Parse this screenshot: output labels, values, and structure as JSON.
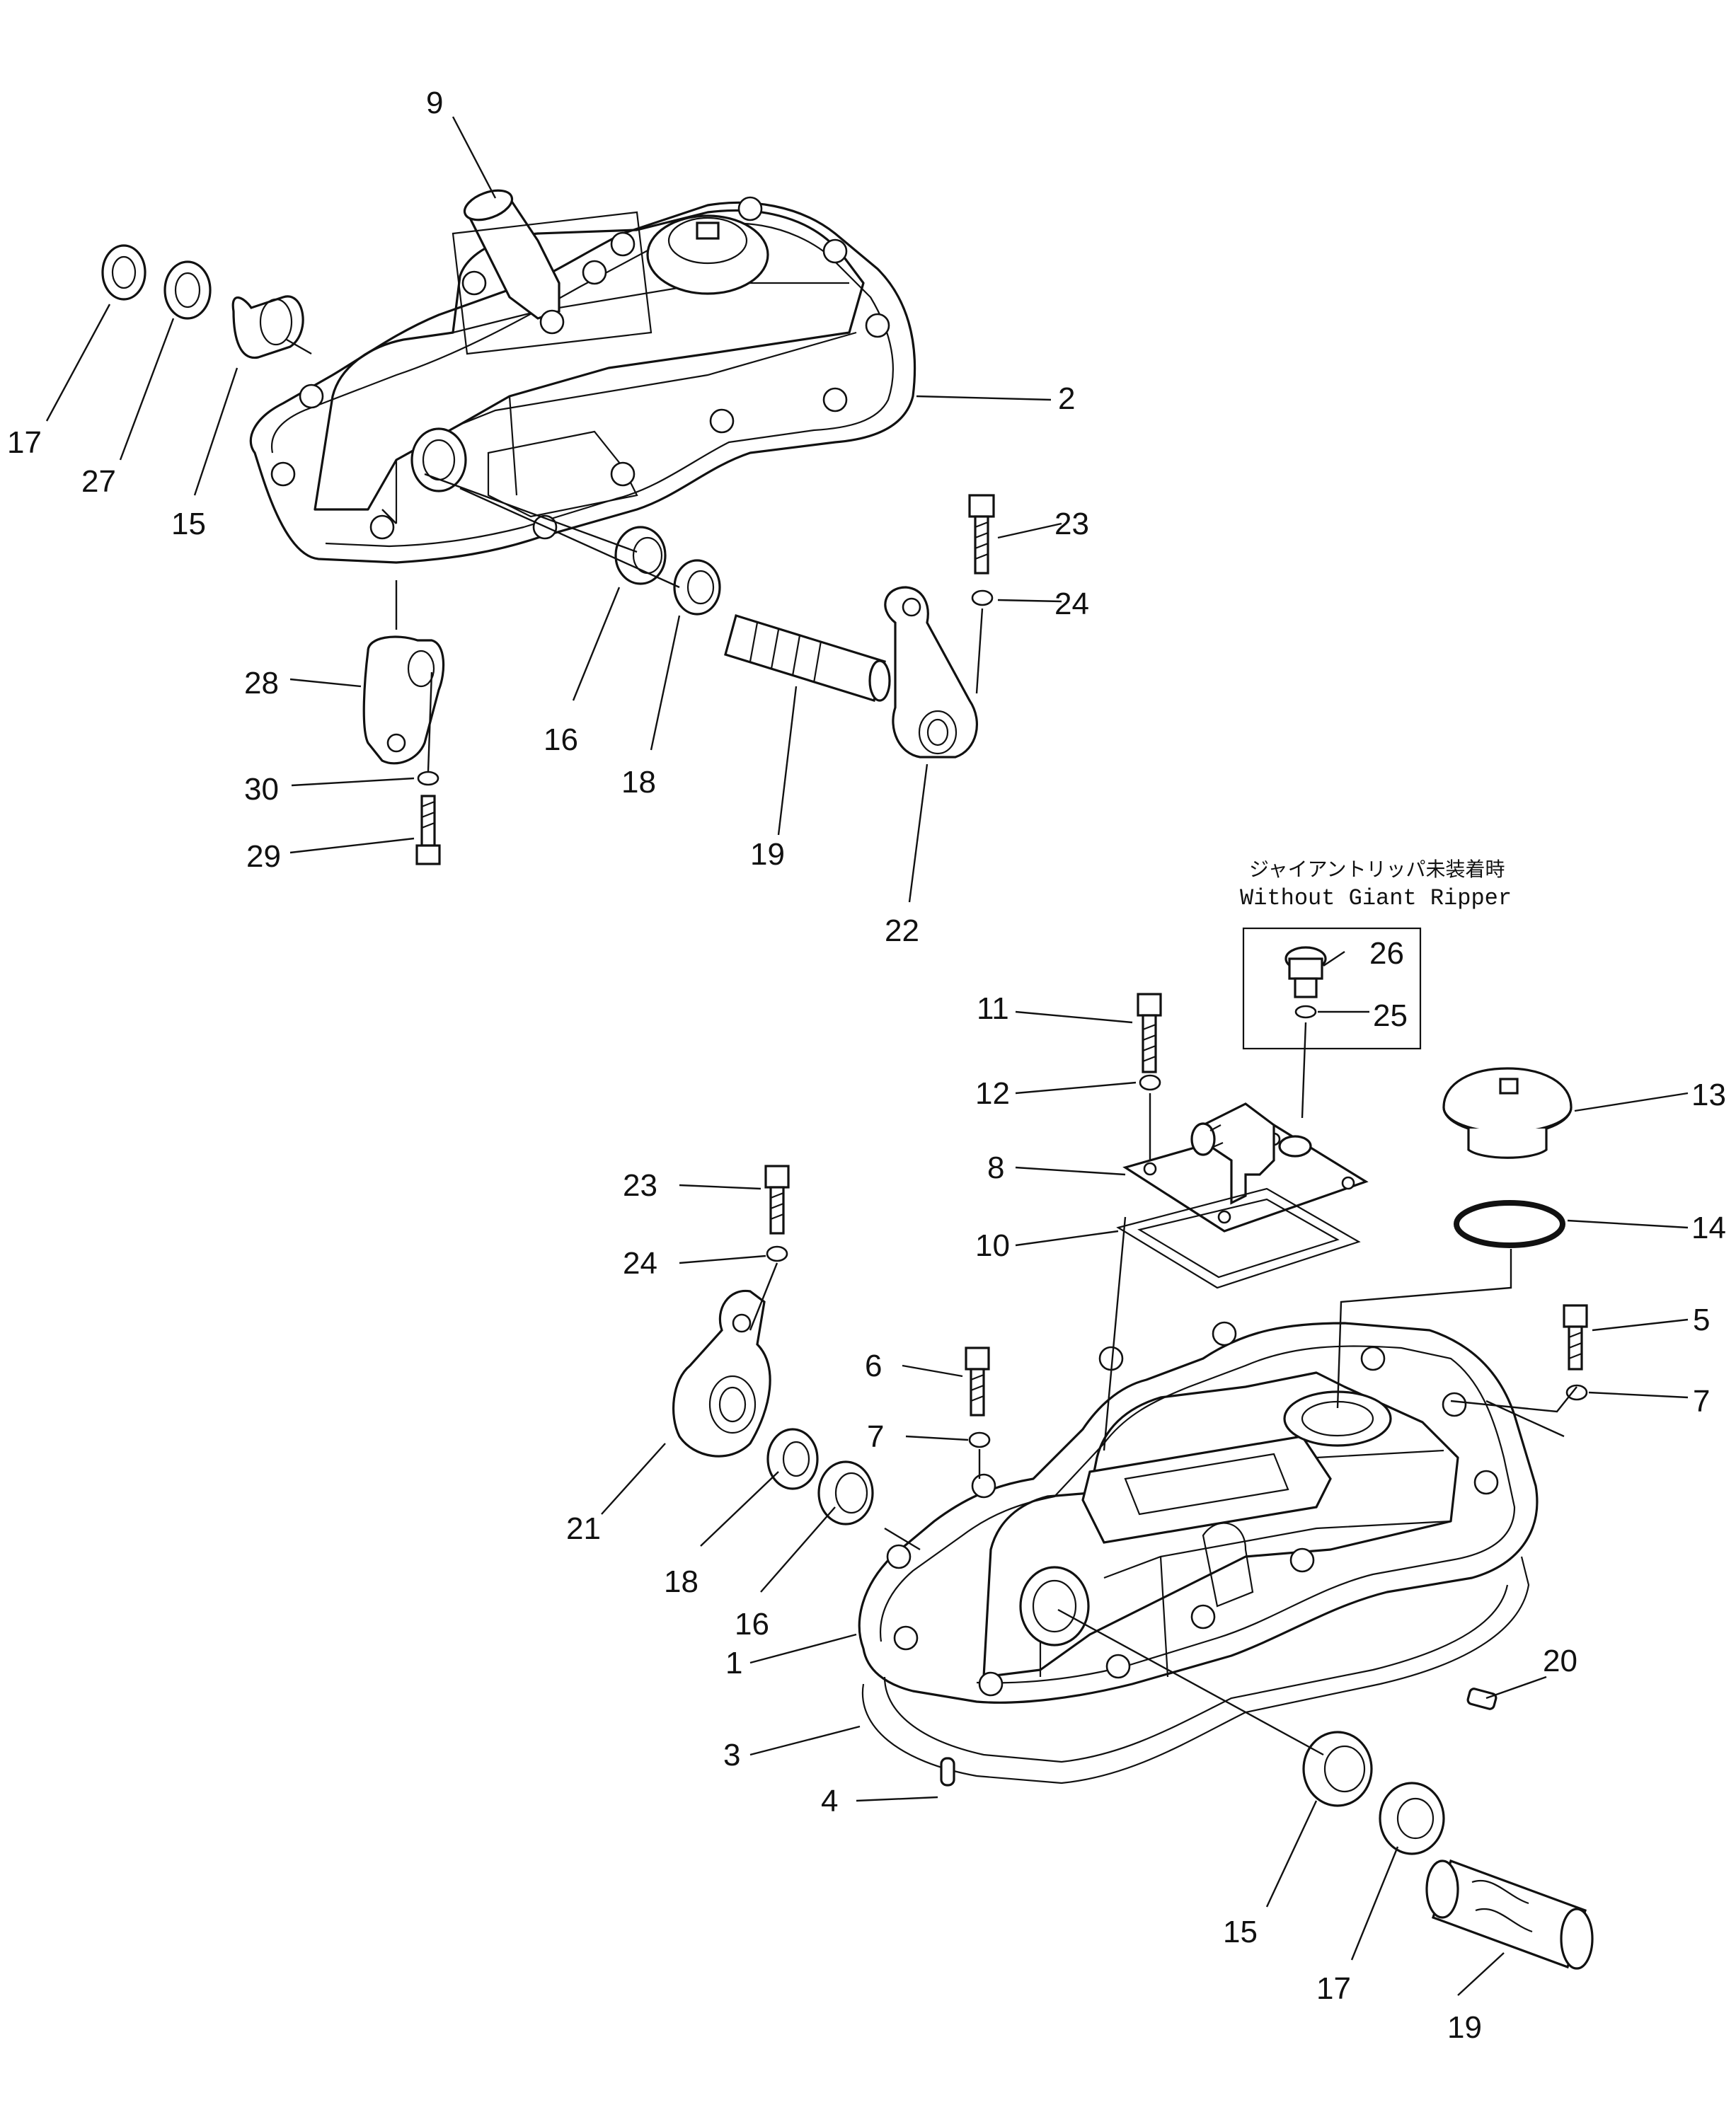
{
  "diagram": {
    "labels": {
      "l1": "1",
      "l2": "2",
      "l3": "3",
      "l4": "4",
      "l5": "5",
      "l6": "6",
      "l7a": "7",
      "l7b": "7",
      "l8": "8",
      "l9": "9",
      "l10": "10",
      "l11": "11",
      "l12": "12",
      "l13": "13",
      "l14": "14",
      "l15a": "15",
      "l15b": "15",
      "l16a": "16",
      "l16b": "16",
      "l17a": "17",
      "l17b": "17",
      "l18a": "18",
      "l18b": "18",
      "l19a": "19",
      "l19b": "19",
      "l20": "20",
      "l21": "21",
      "l22": "22",
      "l23a": "23",
      "l23b": "23",
      "l24a": "24",
      "l24b": "24",
      "l25": "25",
      "l26": "26",
      "l27": "27",
      "l28": "28",
      "l29": "29",
      "l30": "30"
    },
    "note": {
      "jp": "ジャイアントリッパ未装着時",
      "en": "Without Giant Ripper"
    }
  }
}
